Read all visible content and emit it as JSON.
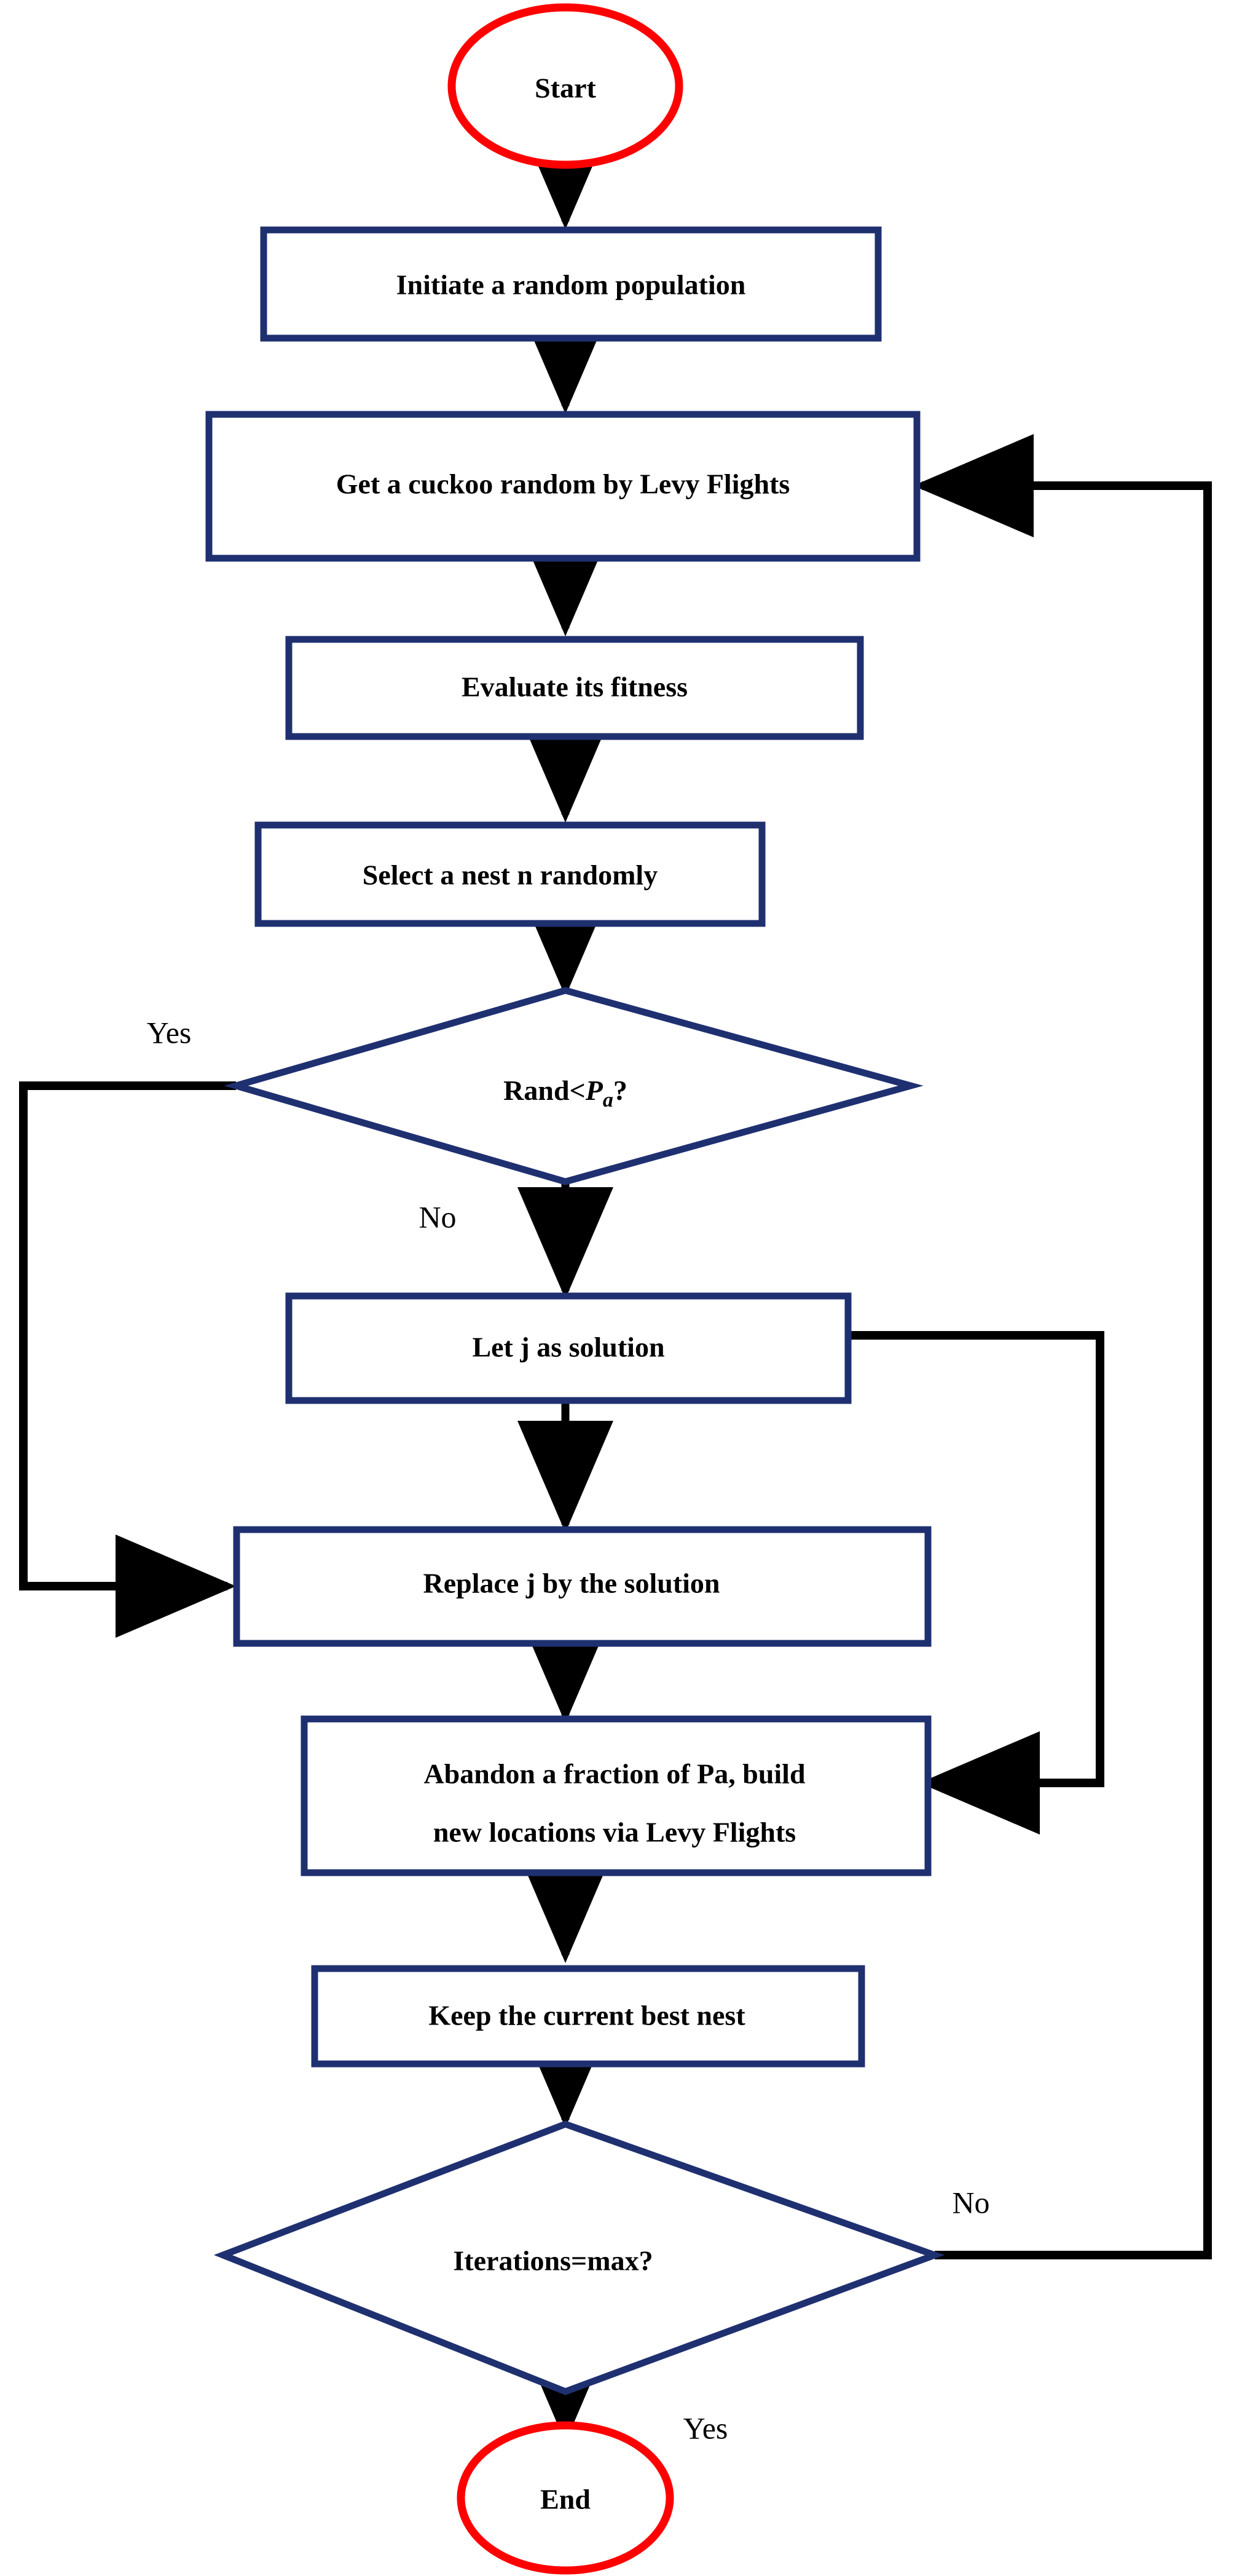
{
  "diagram": {
    "title": "Cuckoo Search Algorithm Flowchart",
    "type": "flowchart",
    "colors": {
      "terminator_stroke": "#FF0000",
      "process_stroke": "#1F3070",
      "decision_stroke": "#1F3070",
      "connector": "#000000",
      "background": "#FFFFFF",
      "text": "#000000"
    },
    "nodes": [
      {
        "id": "start",
        "shape": "ellipse",
        "label": "Start"
      },
      {
        "id": "initiate",
        "shape": "process",
        "label": "Initiate a random population"
      },
      {
        "id": "get_cuckoo",
        "shape": "process",
        "label": "Get a cuckoo random by Levy Flights"
      },
      {
        "id": "evaluate",
        "shape": "process",
        "label": "Evaluate its fitness"
      },
      {
        "id": "select_nest",
        "shape": "process",
        "label": "Select a nest n randomly"
      },
      {
        "id": "rand_pa",
        "shape": "decision",
        "label_prefix": "Rand<",
        "label_var": "P",
        "label_sub": "a",
        "label_suffix": "?",
        "label_plain": "Rand<Pa?"
      },
      {
        "id": "let_j",
        "shape": "process",
        "label": "Let j as solution"
      },
      {
        "id": "replace_j",
        "shape": "process",
        "label": "Replace j by the solution"
      },
      {
        "id": "abandon",
        "shape": "process",
        "label_line1": "Abandon a fraction of Pa, build",
        "label_line2": "new locations via Levy Flights"
      },
      {
        "id": "keep_best",
        "shape": "process",
        "label": "Keep the current best nest"
      },
      {
        "id": "iterations",
        "shape": "decision",
        "label": "Iterations=max?"
      },
      {
        "id": "end",
        "shape": "ellipse",
        "label": "End"
      }
    ],
    "edge_labels": {
      "rand_pa_yes": "Yes",
      "rand_pa_no": "No",
      "iterations_no": "No",
      "iterations_yes": "Yes"
    }
  }
}
